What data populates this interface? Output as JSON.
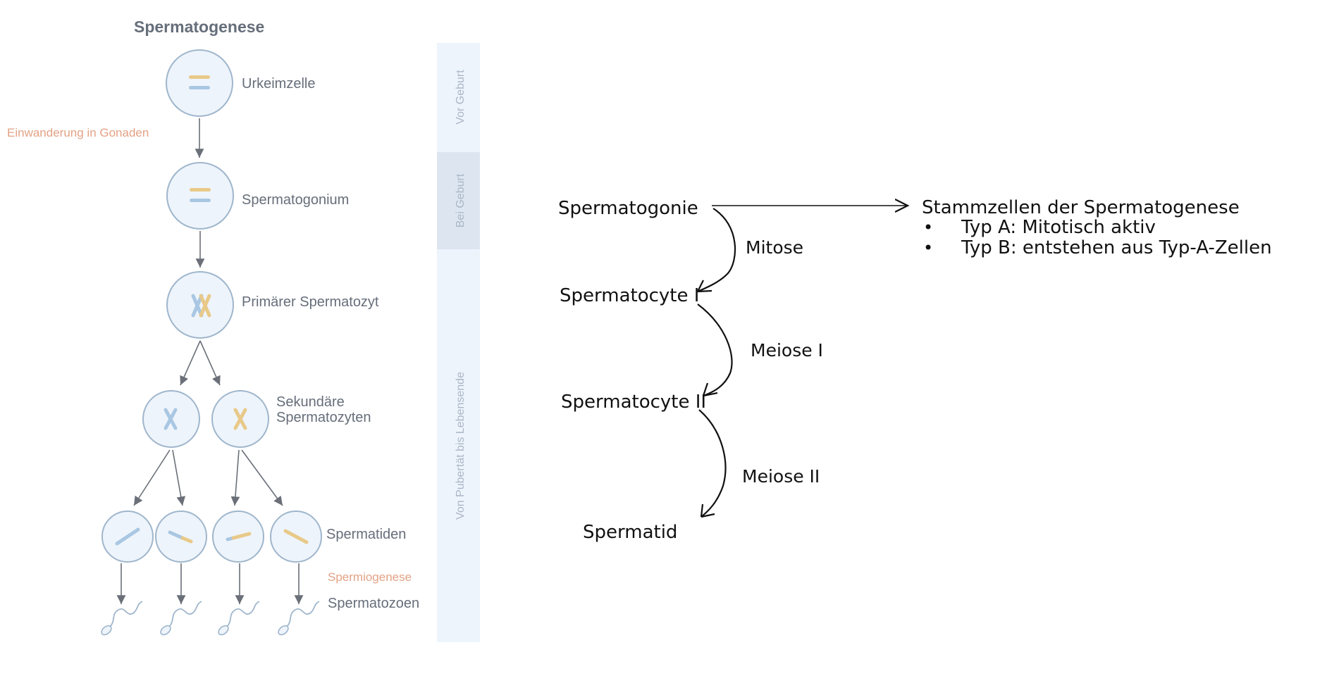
{
  "left_diagram": {
    "title": "Spermatogenese",
    "stages": {
      "urkeimzelle": "Urkeimzelle",
      "einwanderung": "Einwanderung in Gonaden",
      "spermatogonium": "Spermatogonium",
      "primaer": "Primärer Spermatozyt",
      "sekundaer_line1": "Sekundäre",
      "sekundaer_line2": "Spermatozyten",
      "spermatiden": "Spermatiden",
      "spermiogenese": "Spermiogenese",
      "spermatozoen": "Spermatozoen"
    },
    "timeline": {
      "vor_geburt": "Vor Geburt",
      "bei_geburt": "Bei Geburt",
      "pubertaet": "Von Pubertät bis Lebensende"
    },
    "colors": {
      "cell_fill": "#eef4fb",
      "cell_stroke": "#9fb6cc",
      "chromosome_blue": "#a9c7e3",
      "chromosome_yellow": "#e8c989",
      "accent_text": "#e3a285",
      "timeline_band": "#eef4fc",
      "timeline_highlight": "#dde6f0"
    }
  },
  "right_notes": {
    "spermatogonie": "Spermatogonie",
    "mitose": "Mitose",
    "spermatocyte1": "Spermatocyte I",
    "meiose1": "Meiose I",
    "spermatocyte2": "Spermatocyte II",
    "meiose2": "Meiose II",
    "spermatid": "Spermatid",
    "stammzellen": "Stammzellen der Spermatogenese",
    "bullet_a": "Typ A: Mitotisch aktiv",
    "bullet_b": "Typ B: entstehen aus Typ-A-Zellen",
    "bullet_glyph": "•"
  }
}
